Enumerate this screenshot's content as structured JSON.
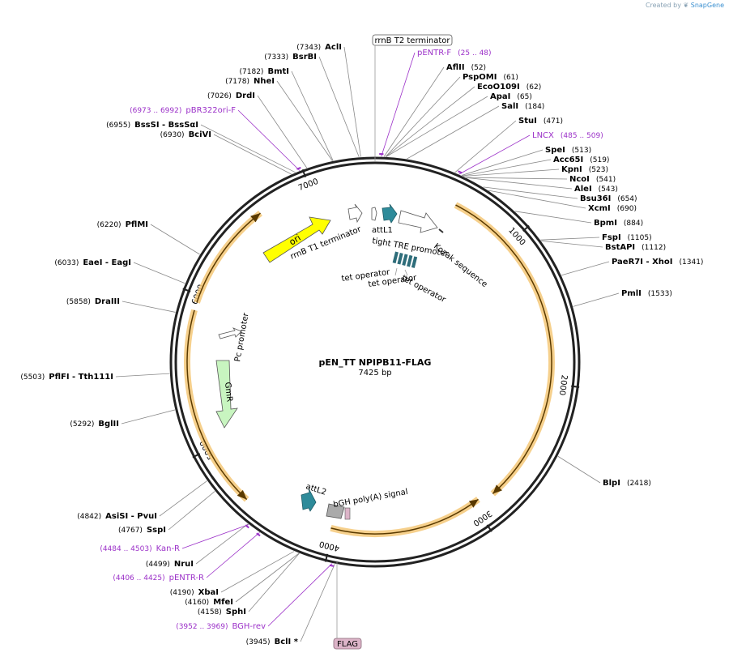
{
  "credit": "Created by",
  "brand": "SnapGene",
  "title": "pEN_TT NPIPB11-FLAG",
  "length_label": "7425 bp",
  "length": 7425,
  "ticks": [
    {
      "label": "1000",
      "pos": 1000
    },
    {
      "label": "2000",
      "pos": 2000
    },
    {
      "label": "3000",
      "pos": 3000
    },
    {
      "label": "4000",
      "pos": 4000
    },
    {
      "label": "5000",
      "pos": 5000
    },
    {
      "label": "6000",
      "pos": 6000
    },
    {
      "label": "7000",
      "pos": 7000
    }
  ],
  "boxed_labels": [
    {
      "text": "rrnB T2 terminator",
      "pos": 0
    },
    {
      "text": "FLAG",
      "pos": 3945
    }
  ],
  "sites_right": [
    {
      "name": "pENTR-F",
      "pos": "(25 .. 48)",
      "bp": 36,
      "primer": true
    },
    {
      "name": "AflII",
      "pos": "(52)",
      "bp": 52
    },
    {
      "name": "PspOMI",
      "pos": "(61)",
      "bp": 61
    },
    {
      "name": "EcoO109I",
      "pos": "(62)",
      "bp": 62
    },
    {
      "name": "ApaI",
      "pos": "(65)",
      "bp": 65
    },
    {
      "name": "SalI",
      "pos": "(184)",
      "bp": 184
    },
    {
      "name": "StuI",
      "pos": "(471)",
      "bp": 471
    },
    {
      "name": "LNCX",
      "pos": "(485 .. 509)",
      "bp": 497,
      "primer": true
    },
    {
      "name": "SpeI",
      "pos": "(513)",
      "bp": 513
    },
    {
      "name": "Acc65I",
      "pos": "(519)",
      "bp": 519
    },
    {
      "name": "KpnI",
      "pos": "(523)",
      "bp": 523
    },
    {
      "name": "NcoI",
      "pos": "(541)",
      "bp": 541
    },
    {
      "name": "AleI",
      "pos": "(543)",
      "bp": 543
    },
    {
      "name": "Bsu36I",
      "pos": "(654)",
      "bp": 654
    },
    {
      "name": "XcmI",
      "pos": "(690)",
      "bp": 690
    },
    {
      "name": "BpmI",
      "pos": "(884)",
      "bp": 884
    },
    {
      "name": "FspI",
      "pos": "(1105)",
      "bp": 1105
    },
    {
      "name": "BstAPI",
      "pos": "(1112)",
      "bp": 1112
    },
    {
      "name": "PaeR7I - XhoI",
      "pos": "(1341)",
      "bp": 1341
    },
    {
      "name": "PmlI",
      "pos": "(1533)",
      "bp": 1533
    },
    {
      "name": "BlpI",
      "pos": "(2418)",
      "bp": 2418
    }
  ],
  "sites_left": [
    {
      "name": "AclI",
      "pos": "(7343)",
      "bp": 7343
    },
    {
      "name": "BsrBI",
      "pos": "(7333)",
      "bp": 7333
    },
    {
      "name": "BmtI",
      "pos": "(7182)",
      "bp": 7182
    },
    {
      "name": "NheI",
      "pos": "(7178)",
      "bp": 7178
    },
    {
      "name": "DrdI",
      "pos": "(7026)",
      "bp": 7026
    },
    {
      "name": "pBR322ori-F",
      "pos": "(6973 .. 6992)",
      "bp": 6982,
      "primer": true
    },
    {
      "name": "BssSI - BssSαI",
      "pos": "(6955)",
      "bp": 6955
    },
    {
      "name": "BciVI",
      "pos": "(6930)",
      "bp": 6930
    },
    {
      "name": "PflMI",
      "pos": "(6220)",
      "bp": 6220
    },
    {
      "name": "EaeI - EagI",
      "pos": "(6033)",
      "bp": 6033
    },
    {
      "name": "DraIII",
      "pos": "(5858)",
      "bp": 5858
    },
    {
      "name": "PflFI - Tth111I",
      "pos": "(5503)",
      "bp": 5503
    },
    {
      "name": "BglII",
      "pos": "(5292)",
      "bp": 5292
    },
    {
      "name": "AsiSI - PvuI",
      "pos": "(4842)",
      "bp": 4842
    },
    {
      "name": "SspI",
      "pos": "(4767)",
      "bp": 4767
    },
    {
      "name": "Kan-R",
      "pos": "(4484 .. 4503)",
      "bp": 4494,
      "primer": true
    },
    {
      "name": "NruI",
      "pos": "(4499)",
      "bp": 4499
    },
    {
      "name": "pENTR-R",
      "pos": "(4406 .. 4425)",
      "bp": 4416,
      "primer": true
    },
    {
      "name": "XbaI",
      "pos": "(4190)",
      "bp": 4190
    },
    {
      "name": "MfeI",
      "pos": "(4160)",
      "bp": 4160
    },
    {
      "name": "SphI",
      "pos": "(4158)",
      "bp": 4158
    },
    {
      "name": "BGH-rev",
      "pos": "(3952 .. 3969)",
      "bp": 3960,
      "primer": true
    },
    {
      "name": "BclI *",
      "pos": "(3945)",
      "bp": 3945
    }
  ],
  "feature_labels": {
    "ori": "ori",
    "rrnb_t1": "rrnB T1 terminator",
    "attl1": "attL1",
    "tight_tre": "tight TRE promoter",
    "kozak": "Kozak sequence",
    "tet_op_1": "tet operator",
    "tet_op_2": "tet operator",
    "tet_op_3": "tet operator",
    "pc_promoter": "Pc promoter",
    "gmr": "GmR",
    "attl2": "attL2",
    "bgh": "bGH poly(A) signal"
  },
  "colors": {
    "ring": "#222222",
    "orf": "#f5c878",
    "ori": "#ffff00",
    "attL": "#2e8b9a",
    "gmr": "#c8f5c0",
    "primer": "#9b30c8",
    "enzyme": "#000000",
    "flag_box": "#dcb4c8"
  }
}
